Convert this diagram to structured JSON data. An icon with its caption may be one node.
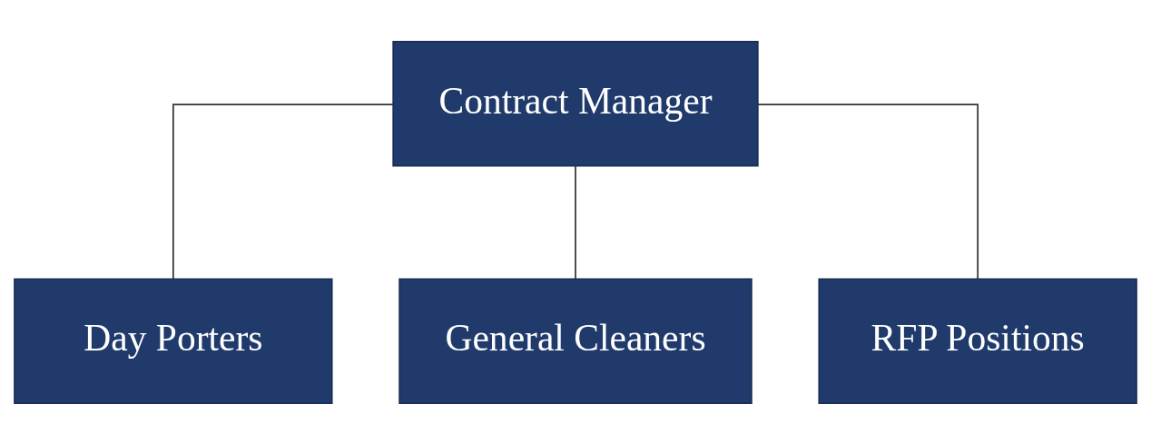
{
  "diagram": {
    "nodes": [
      {
        "text": [
          "Contract Manager"
        ]
      },
      {
        "text": [
          "Day Porters"
        ]
      },
      {
        "text": [
          "General Cleaners"
        ]
      },
      {
        "text": [
          "RFP Positions"
        ]
      }
    ],
    "edges": [
      {
        "from": 0,
        "to": 1,
        "arrow": "none"
      },
      {
        "from": 0,
        "to": 2,
        "arrow": "none"
      },
      {
        "from": 0,
        "to": 3,
        "arrow": "none"
      }
    ]
  }
}
